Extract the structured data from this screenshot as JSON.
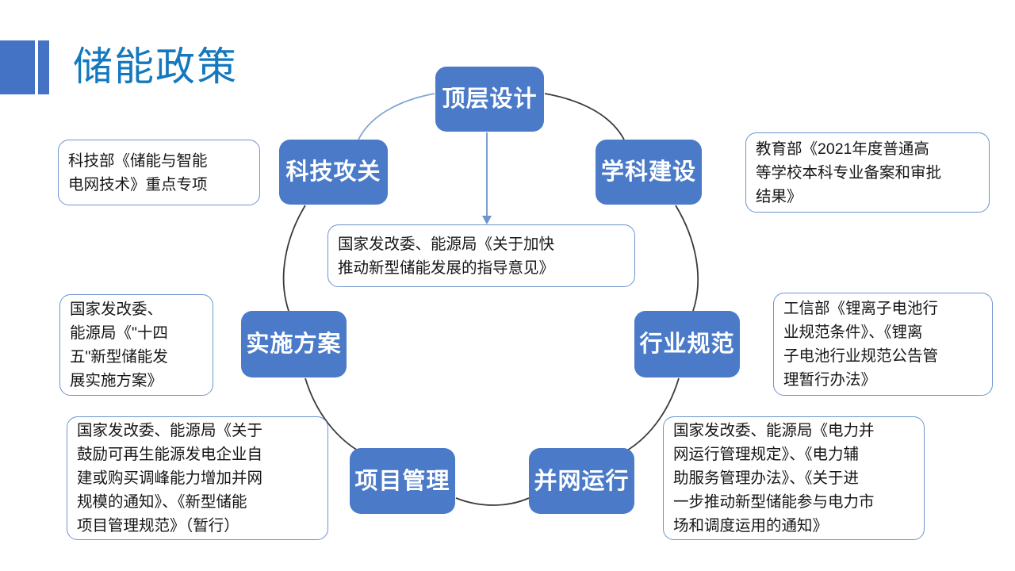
{
  "page": {
    "title": "储能政策",
    "accent_color": "#4472C4",
    "title_color": "#1378BE",
    "node_color": "#4A7AC8",
    "callout_border_color": "#6D94CE",
    "background": "#ffffff"
  },
  "diagram": {
    "type": "cycle",
    "nodes": [
      {
        "id": "top-design",
        "label": "顶层设计",
        "position": "top"
      },
      {
        "id": "tech-research",
        "label": "科技攻关",
        "position": "upper-left"
      },
      {
        "id": "discipline",
        "label": "学科建设",
        "position": "upper-right"
      },
      {
        "id": "implementation",
        "label": "实施方案",
        "position": "left"
      },
      {
        "id": "industry-norm",
        "label": "行业规范",
        "position": "right"
      },
      {
        "id": "project-mgmt",
        "label": "项目管理",
        "position": "lower-left"
      },
      {
        "id": "grid-operation",
        "label": "并网运行",
        "position": "lower-right"
      }
    ],
    "callouts": [
      {
        "id": "center",
        "for": "top-design",
        "lines": [
          "国家发改委、能源局《关于加快",
          "推动新型储能发展的指导意见》"
        ]
      },
      {
        "id": "tech-research",
        "for": "tech-research",
        "lines": [
          "科技部《储能与智能",
          "电网技术》重点专项"
        ]
      },
      {
        "id": "discipline",
        "for": "discipline",
        "lines": [
          "教育部《2021年度普通高",
          "等学校本科专业备案和审批",
          "结果》"
        ]
      },
      {
        "id": "industry-norm",
        "for": "industry-norm",
        "lines": [
          "工信部《锂离子电池行",
          "业规范条件》、《锂离",
          "子电池行业规范公告管",
          "理暂行办法》"
        ]
      },
      {
        "id": "implementation",
        "for": "implementation",
        "lines": [
          "国家发改委、",
          "能源局《\"十四",
          "五\"新型储能发",
          "展实施方案》"
        ]
      },
      {
        "id": "project-mgmt",
        "for": "project-mgmt",
        "lines": [
          "国家发改委、能源局《关于",
          "鼓励可再生能源发电企业自",
          "建或购买调峰能力增加并网",
          "规模的通知》、《新型储能",
          "项目管理规范》（暂行）"
        ]
      },
      {
        "id": "grid-operation",
        "for": "grid-operation",
        "lines": [
          "国家发改委、能源局《电力并",
          "网运行管理规定》、《电力辅",
          "助服务管理办法》、《关于进",
          "一步推动新型储能参与电力市",
          "场和调度运用的通知》"
        ]
      }
    ]
  }
}
